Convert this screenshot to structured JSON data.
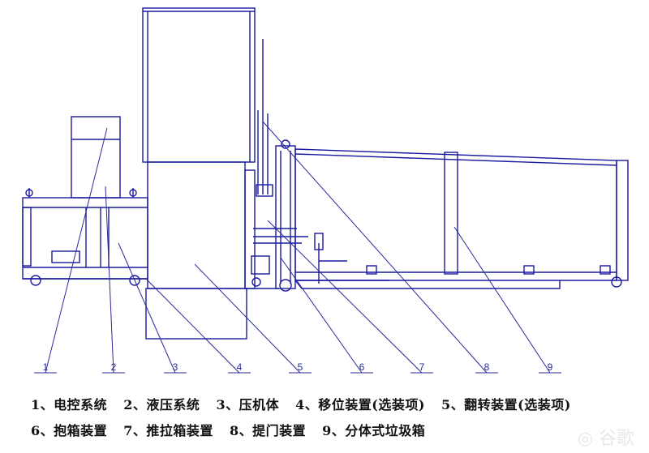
{
  "diagram": {
    "line_color": "#1a1aa0",
    "leader_color": "#2a2a9a",
    "callouts": [
      "1",
      "2",
      "3",
      "4",
      "5",
      "6",
      "7",
      "8",
      "9"
    ],
    "legend": [
      {
        "num": "1",
        "text": "1、电控系统"
      },
      {
        "num": "2",
        "text": "2、液压系统"
      },
      {
        "num": "3",
        "text": "3、压机体"
      },
      {
        "num": "4",
        "text": "4、移位装置(选装项)"
      },
      {
        "num": "5",
        "text": "5、翻转装置(选装项)"
      },
      {
        "num": "6",
        "text": "6、抱箱装置"
      },
      {
        "num": "7",
        "text": "7、推拉箱装置"
      },
      {
        "num": "8",
        "text": "8、提门装置"
      },
      {
        "num": "9",
        "text": "9、分体式垃圾箱"
      }
    ]
  }
}
